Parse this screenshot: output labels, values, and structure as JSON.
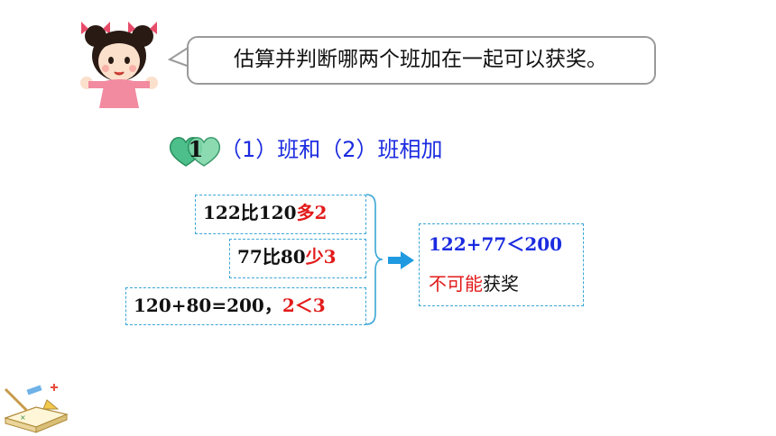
{
  "speech": {
    "text": "估算并判断哪两个班加在一起可以获奖。"
  },
  "step": {
    "number": "1",
    "title": "（1）班和（2）班相加"
  },
  "boxes": [
    {
      "a": "122比120",
      "b": "多2"
    },
    {
      "a": "77比80",
      "b": "少3"
    },
    {
      "a": "120+80=200，",
      "b": "2＜3"
    }
  ],
  "result": {
    "expression": "122+77＜200",
    "conclusion_red": "不可能",
    "conclusion_black": "获奖"
  },
  "colors": {
    "blue_text": "#1b2be0",
    "red_text": "#e21a1a",
    "dashed_border": "#3aa6d6",
    "heart_green": "#4cbf8a"
  },
  "icons": [
    "girl-illustration",
    "hearts-icon",
    "arrow-right-icon",
    "stationery-decoration-icon"
  ]
}
